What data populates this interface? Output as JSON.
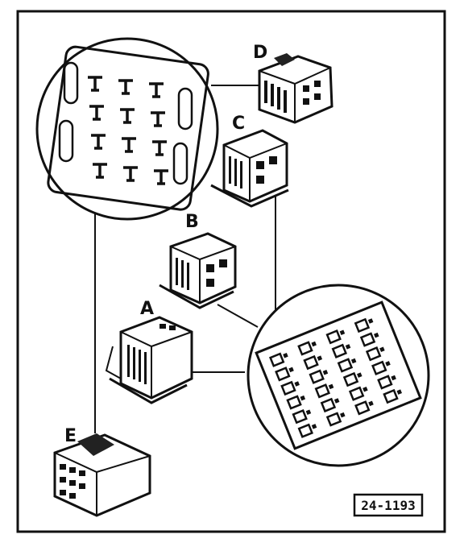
{
  "figure": {
    "reference": "24-1193",
    "connectors": [
      {
        "id": "A",
        "label": "A"
      },
      {
        "id": "B",
        "label": "B"
      },
      {
        "id": "C",
        "label": "C"
      },
      {
        "id": "D",
        "label": "D"
      },
      {
        "id": "E",
        "label": "E"
      }
    ],
    "details": [
      {
        "id": "terminal-detail-left",
        "rows": 4,
        "cols": 3
      },
      {
        "id": "terminal-detail-right",
        "rows": 6,
        "cols": 4
      }
    ]
  }
}
